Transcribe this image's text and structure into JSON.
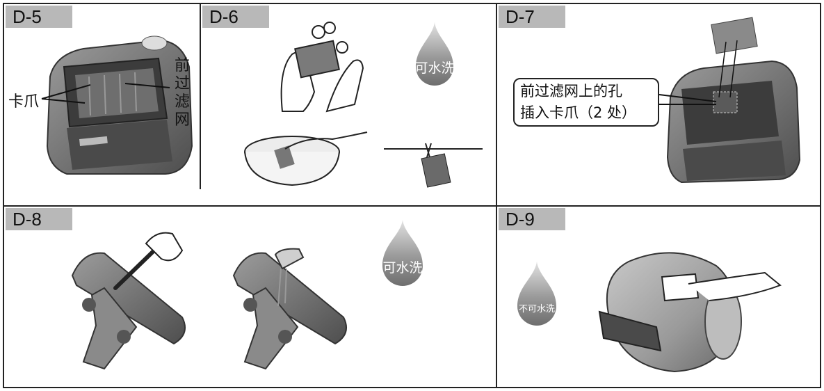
{
  "panels": [
    {
      "id": "D-5",
      "label": "D-5"
    },
    {
      "id": "D-6",
      "label": "D-6"
    },
    {
      "id": "D-7",
      "label": "D-7"
    },
    {
      "id": "D-8",
      "label": "D-8"
    },
    {
      "id": "D-9",
      "label": "D-9"
    }
  ],
  "d5": {
    "claw_label": "卡爪",
    "front_filter_label": "前过滤网"
  },
  "d6": {
    "washable_label": "可水洗"
  },
  "d7": {
    "callout_line1": "前过滤网上的孔",
    "callout_line2": "插入卡爪（2 处）"
  },
  "d8": {
    "washable_label": "可水洗"
  },
  "d9": {
    "not_washable_label": "不可水洗"
  },
  "colors": {
    "tag_bg": "#b8b8b8",
    "drop_top": "#e2e2e2",
    "drop_bottom": "#6e6e6e",
    "appliance_dark": "#5a5a5a",
    "appliance_mid": "#8a8a8a",
    "appliance_light": "#c8c8c8"
  }
}
